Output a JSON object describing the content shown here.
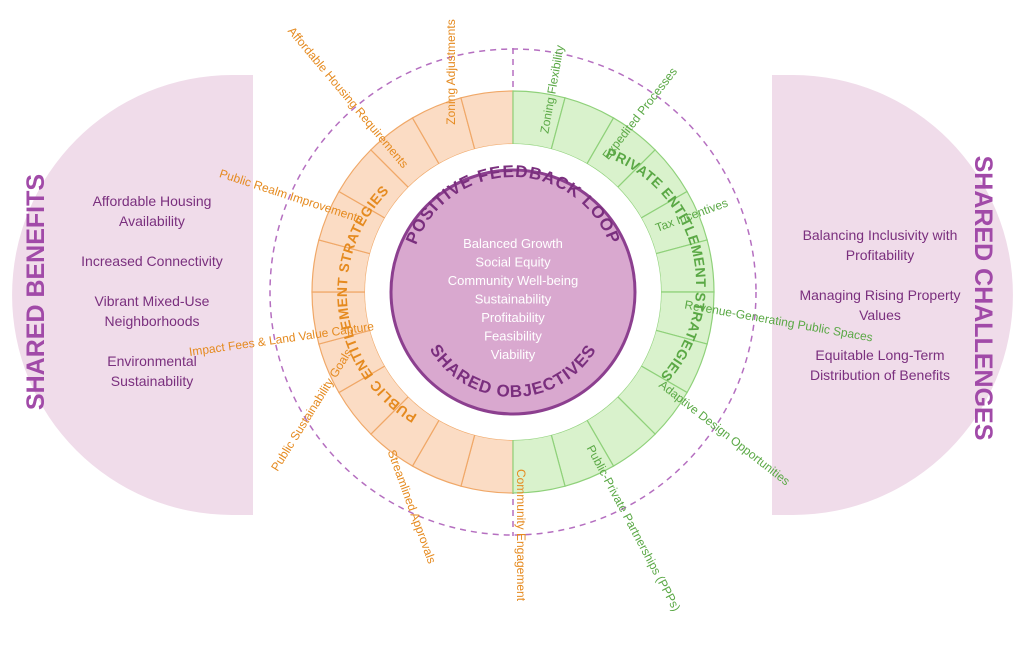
{
  "colors": {
    "panel_fill": "#f0dcea",
    "core_fill": "#d9a8cf",
    "core_stroke": "#8c3f8f",
    "core_text": "#ffffff",
    "title_purple": "#a14aa8",
    "body_purple": "#7a2f7e",
    "public_fill": "#fbdcc4",
    "public_stroke": "#f0a868",
    "public_text": "#e58a1f",
    "private_fill": "#d9f2cc",
    "private_stroke": "#8fd17a",
    "private_text": "#5aa845",
    "dashed_ring": "#b56fc0"
  },
  "left_panel": {
    "title": "SHARED BENEFITS",
    "items": [
      [
        "Affordable Housing",
        "Availability"
      ],
      [
        "Increased Connectivity"
      ],
      [
        "Vibrant Mixed-Use",
        "Neighborhoods"
      ],
      [
        "Environmental",
        "Sustainability"
      ]
    ]
  },
  "right_panel": {
    "title": "SHARED CHALLENGES",
    "items": [
      [
        "Balancing Inclusivity with",
        "Profitability"
      ],
      [
        "Managing Rising Property",
        "Values"
      ],
      [
        "Equitable Long-Term",
        "Distribution of Benefits"
      ]
    ]
  },
  "core": {
    "top_label": "POSITIVE FEEDBACK LOOP",
    "bottom_label": "SHARED OBJECTIVES",
    "items": [
      "Balanced Growth",
      "Social Equity",
      "Community Well-being",
      "Sustainability",
      "Profitability",
      "Feasibility",
      "Viability"
    ]
  },
  "public_ring": {
    "label": "PUBLIC ENTITLEMENT STRATEGIES",
    "strategies": [
      "Zoning Adjustments",
      "Affordable Housing Requirements",
      "Public Realm Improvements",
      "Impact Fees & Land Value Capture",
      "Public Sustainability Goals",
      "Streamlined Approvals",
      "Community Engagement"
    ]
  },
  "private_ring": {
    "label": "PRIVATE ENTITLEMENT STRATEGIES",
    "strategies": [
      "Zoning Flexibility",
      "Expedited Processes",
      "Tax Incentives",
      "Revenue-Generating Public Spaces",
      "Adaptive Design Opportunities",
      "Public-Private Partnerships (PPPs)"
    ]
  }
}
